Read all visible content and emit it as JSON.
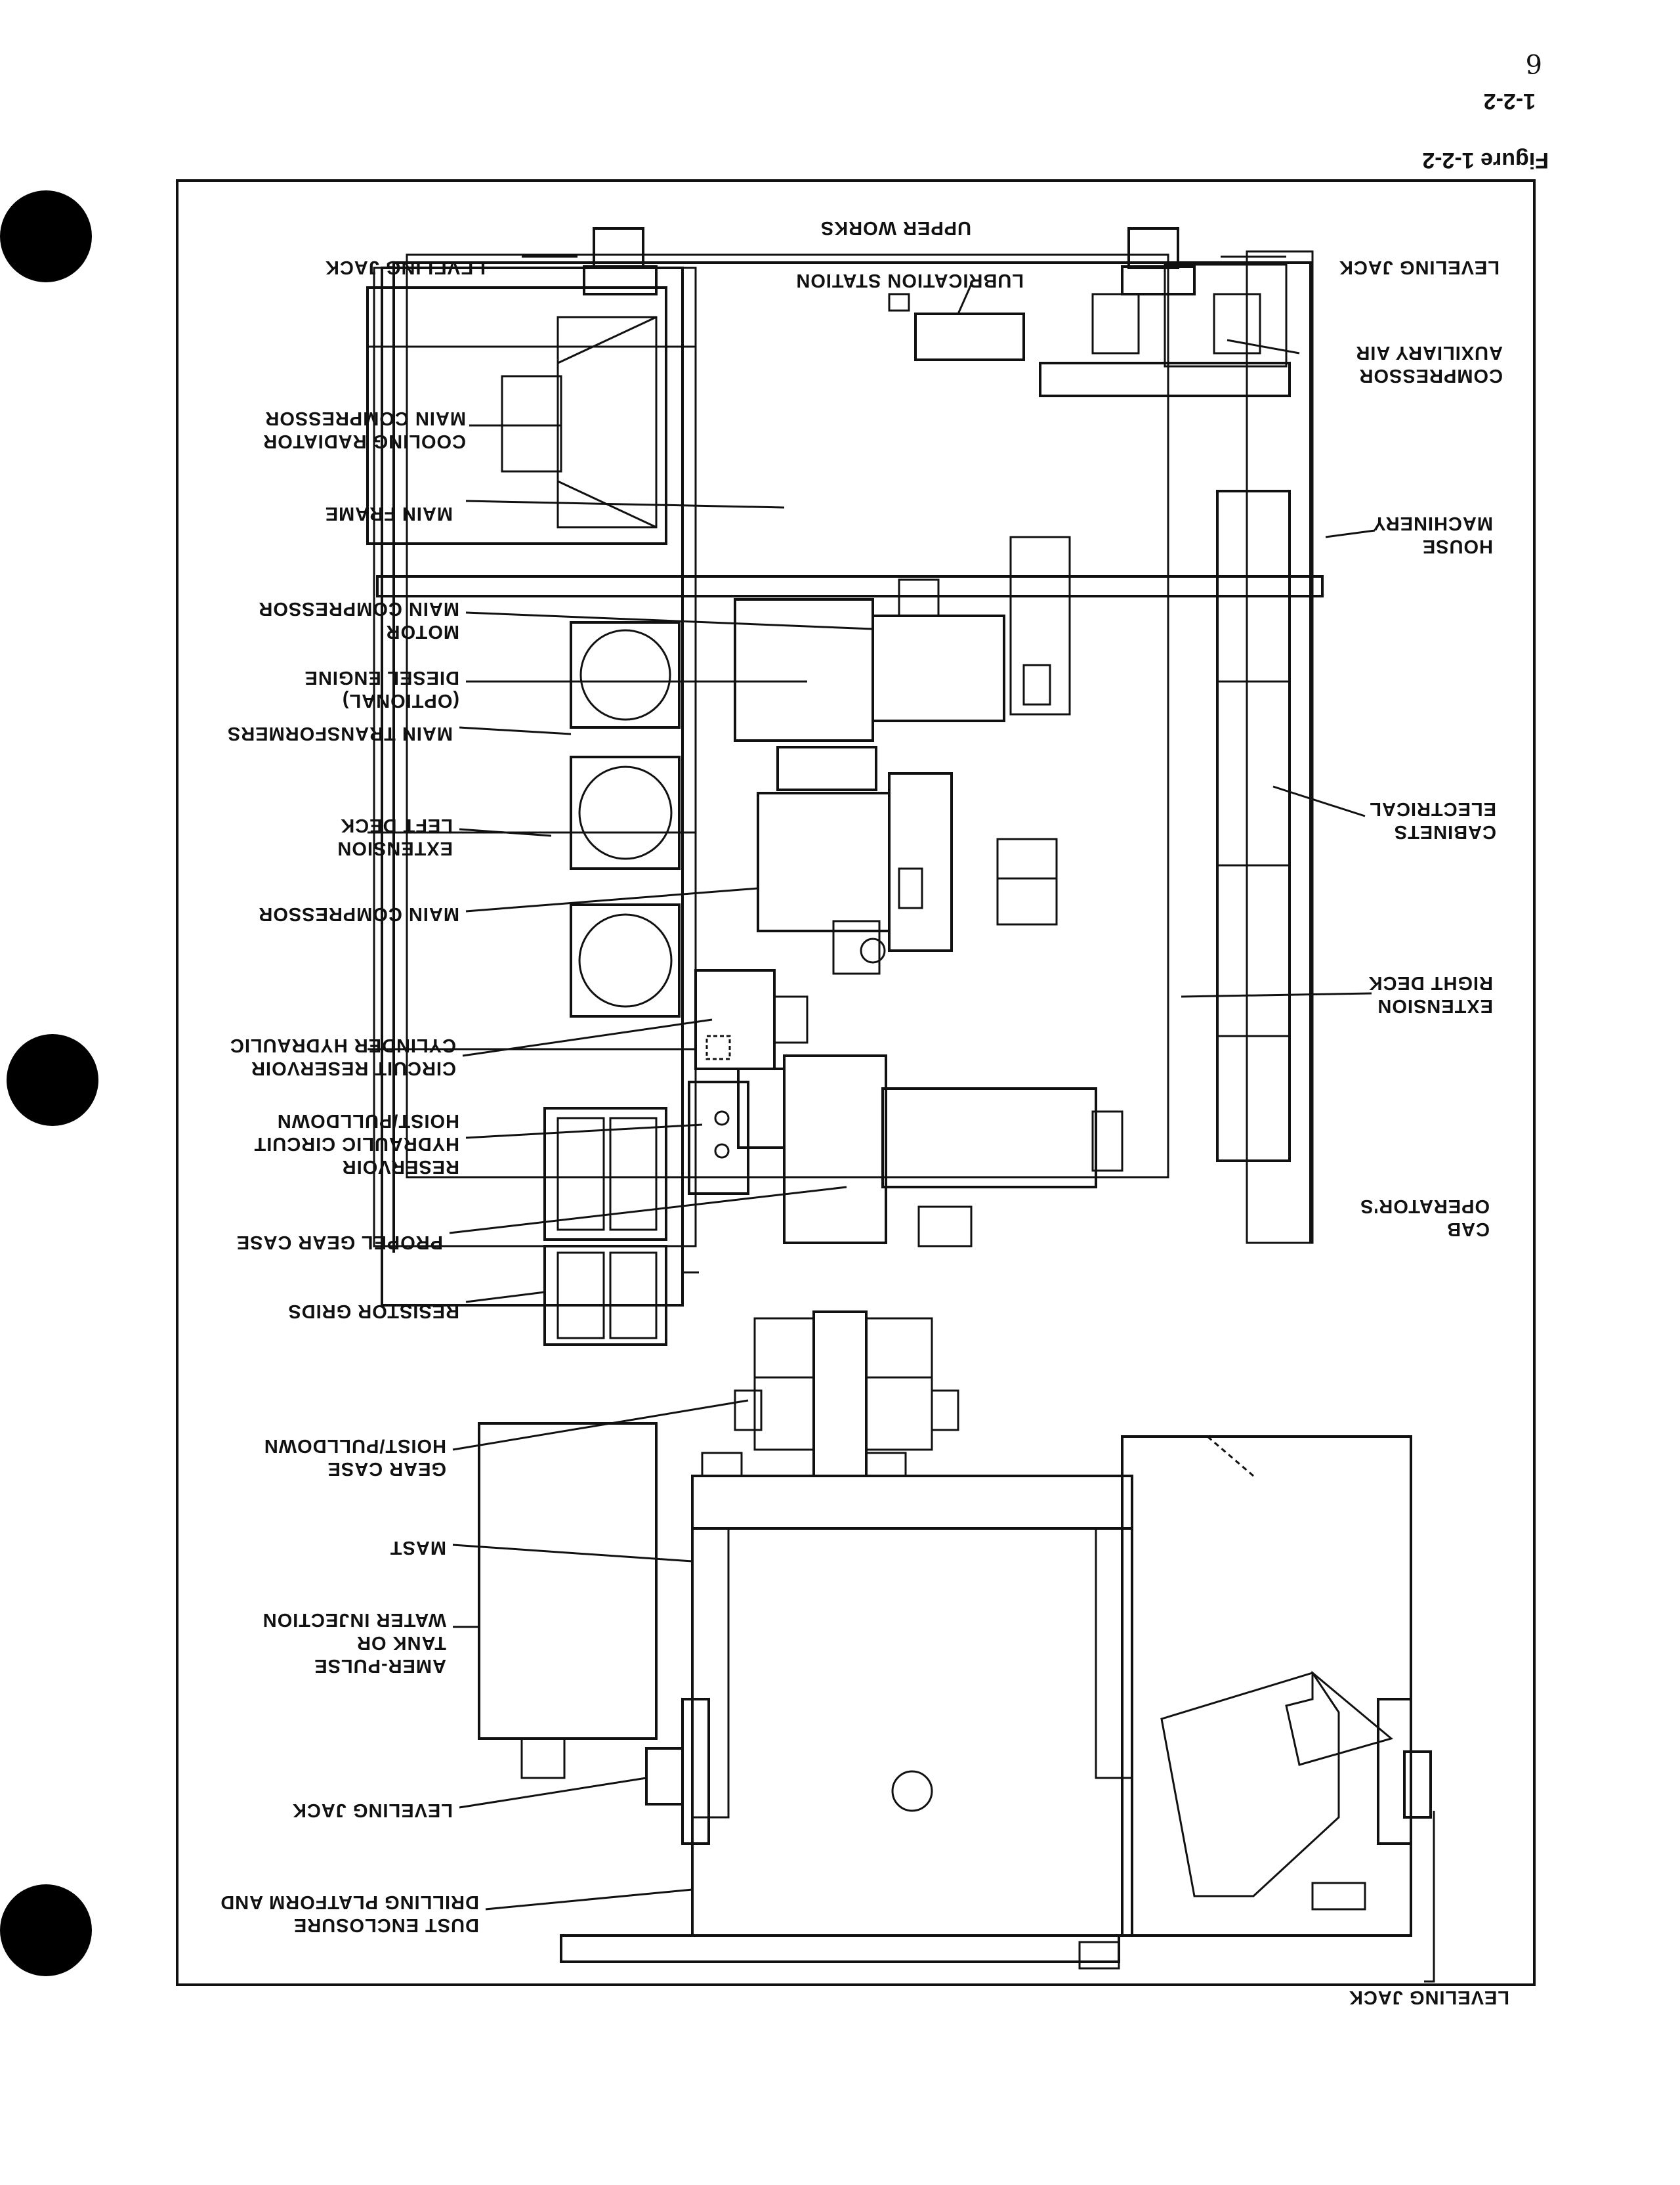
{
  "figure": {
    "caption": "Figure 1-2-2",
    "page_number": "1-2-2",
    "handwritten_mark": "6",
    "header": "UPPER WORKS"
  },
  "labels": {
    "leveling_jack_tl": "LEVELING JACK",
    "leveling_jack_tr": "LEVELING JACK",
    "lubrication_station": "LUBRICATION STATION",
    "main_compressor_cooling_radiator": [
      "MAIN COMPRESSOR",
      "COOLING RADIATOR"
    ],
    "auxiliary_air_compressor": [
      "AUXILIARY AIR",
      "COMPRESSOR"
    ],
    "main_frame": "MAIN FRAME",
    "machinery_house": [
      "MACHINERY",
      "HOUSE"
    ],
    "main_compressor_motor": [
      "MAIN COMPRESSOR",
      "MOTOR"
    ],
    "diesel_engine": [
      "DIESEL ENGINE",
      "(OPTIONAL)"
    ],
    "main_transformers": "MAIN TRANSFORMERS",
    "electrical_cabinets": [
      "ELECTRICAL",
      "CABINETS"
    ],
    "left_deck_extension": [
      "LEFT DECK",
      "EXTENSION"
    ],
    "main_compressor": "MAIN COMPRESSOR",
    "right_deck_extension": [
      "RIGHT DECK",
      "EXTENSION"
    ],
    "cylinder_hydraulic_reservoir": [
      "CYLINDER HYDRAULIC",
      "CIRCUIT RESERVOIR"
    ],
    "hoist_pulldown_hydraulic_reservoir": [
      "HOIST/PULLDOWN",
      "HYDRAULIC CIRCUIT",
      "RESERVOIR"
    ],
    "operators_cab": [
      "OPERATOR'S",
      "CAB"
    ],
    "propel_gear_case": "PROPEL GEAR CASE",
    "resistor_grids": "RESISTOR GRIDS",
    "hoist_pulldown_gear_case": [
      "HOIST/PULLDOWN",
      "GEAR CASE"
    ],
    "mast": "MAST",
    "water_injection_tank": [
      "WATER INJECTION",
      "TANK OR",
      "AMER-PULSE"
    ],
    "leveling_jack_bl": "LEVELING JACK",
    "drilling_platform": [
      "DRILLING PLATFORM AND",
      "DUST ENCLOSURE"
    ],
    "leveling_jack_br": "LEVELING JACK"
  }
}
